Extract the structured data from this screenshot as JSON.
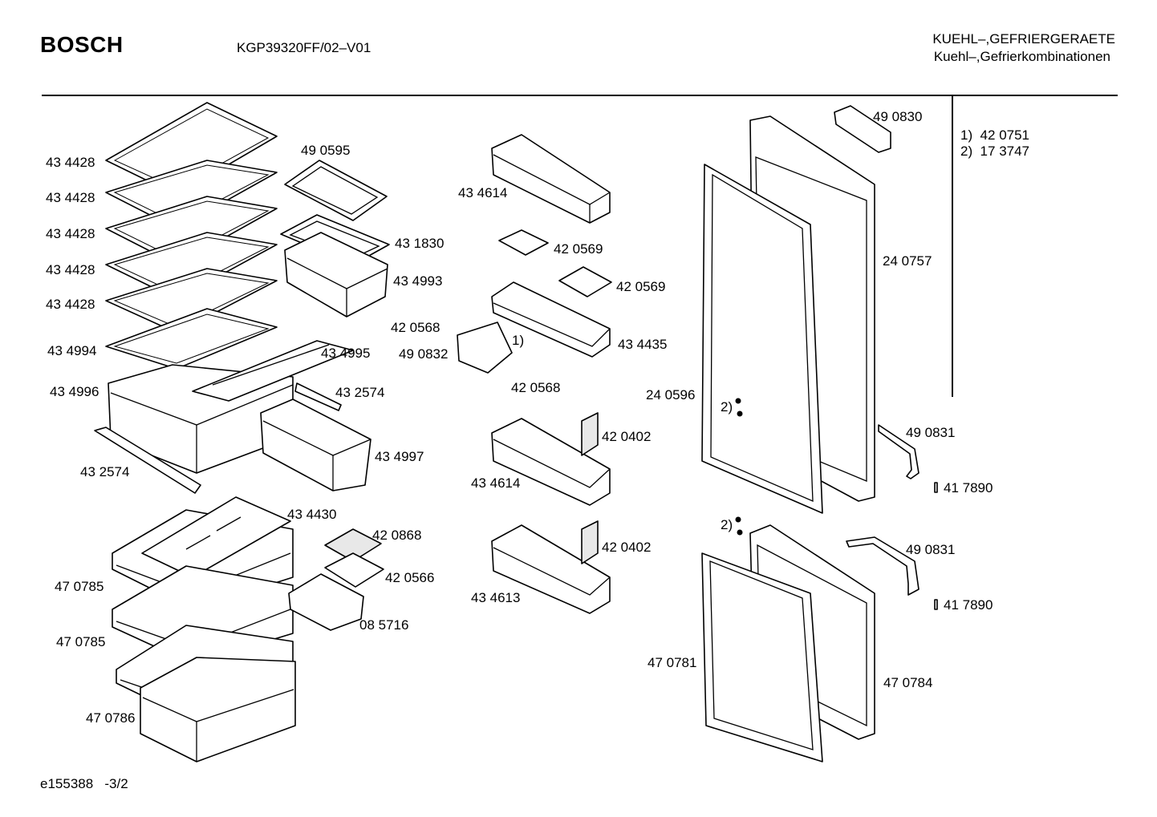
{
  "header": {
    "brand": "BOSCH",
    "model": "KGP39320FF/02–V01",
    "category_line1": "KUEHL–,GEFRIERGERAETE",
    "category_line2": "Kuehl–,Gefrierkombinationen"
  },
  "footnotes": {
    "note1": "1)  42 0751",
    "note2": "2)  17 3747"
  },
  "parts": {
    "shelf_1": "43 4428",
    "shelf_2": "43 4428",
    "shelf_3": "43 4428",
    "shelf_4": "43 4428",
    "shelf_5": "43 4428",
    "shelf_bottom": "43 4994",
    "crisper_cover": "43 4996",
    "rail_left": "43 2574",
    "small_tray": "49 0595",
    "tray_frame": "43 1830",
    "tray_box": "43 4993",
    "cover_plate": "43 4995",
    "rail_right": "43 2574",
    "crisper_box": "43 4997",
    "freezer_tray": "43 4430",
    "ice_lid": "42 0868",
    "ice_tray": "42 0566",
    "ice_block": "08 5716",
    "freezer_drawer_1": "47 0785",
    "freezer_drawer_2": "47 0785",
    "freezer_drawer_3": "47 0786",
    "door_bin_top": "43 4614",
    "egg_tray_1": "42 0569",
    "egg_tray_2": "42 0569",
    "butter_shelf": "43 4435",
    "flap_pin_a": "42 0568",
    "butter_flap": "49 0832",
    "flap_pin_b": "42 0568",
    "pin_note": "1)",
    "door_bin_mid": "43 4614",
    "bin_divider_1": "42 0402",
    "door_bin_low": "43 4613",
    "bin_divider_2": "42 0402",
    "handle_cap": "49 0830",
    "fridge_door": "24 0757",
    "fridge_gasket": "24 0596",
    "hinge_note_1": "2)",
    "handle_upper": "49 0831",
    "screw_upper": "41 7890",
    "hinge_note_2": "2)",
    "handle_lower": "49 0831",
    "screw_lower": "41 7890",
    "freezer_gasket": "47 0781",
    "freezer_door": "47 0784"
  }
}
